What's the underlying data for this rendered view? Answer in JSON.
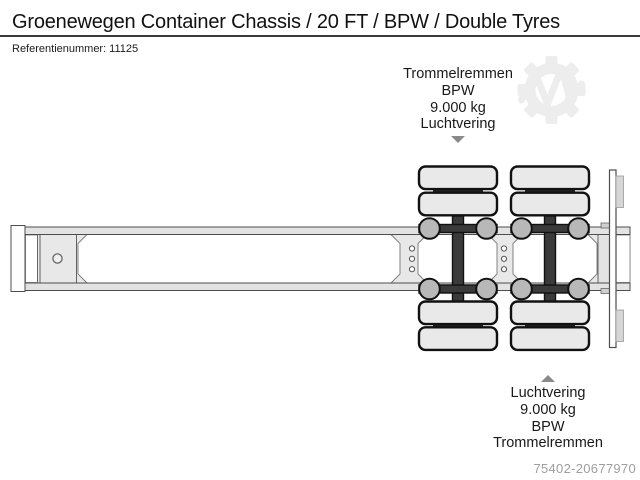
{
  "header": {
    "title": "Groenewegen Container Chassis / 20 FT / BPW / Double Tyres",
    "reference_label": "Referentienummer:",
    "reference_value": "11125"
  },
  "diagram": {
    "view": "chassis-top-view",
    "axle_annotation_top": {
      "arrow": "down",
      "lines": [
        "Trommelremmen",
        "BPW",
        "9.000 kg",
        "Luchtvering"
      ]
    },
    "axle_annotation_bottom": {
      "arrow": "up",
      "lines": [
        "Luchtvering",
        "9.000 kg",
        "BPW",
        "Trommelremmen"
      ]
    }
  },
  "footer": {
    "listing_id": "75402-20677970"
  },
  "icons": {
    "watermark": "gear-logo"
  },
  "colors": {
    "outline": "#111111",
    "frame_fill": "#e3e3e3",
    "web_fill": "#e8e8e8",
    "tyre_fill": "#e9e9e9",
    "hub_fill": "#b8b8b8",
    "axle_dark": "#3a3a3a",
    "arrow_gray": "#8a8a8a",
    "watermark_gray": "#ededed",
    "listing_id_text": "#9e9e9e",
    "title_rule": "#3a3a3a"
  }
}
